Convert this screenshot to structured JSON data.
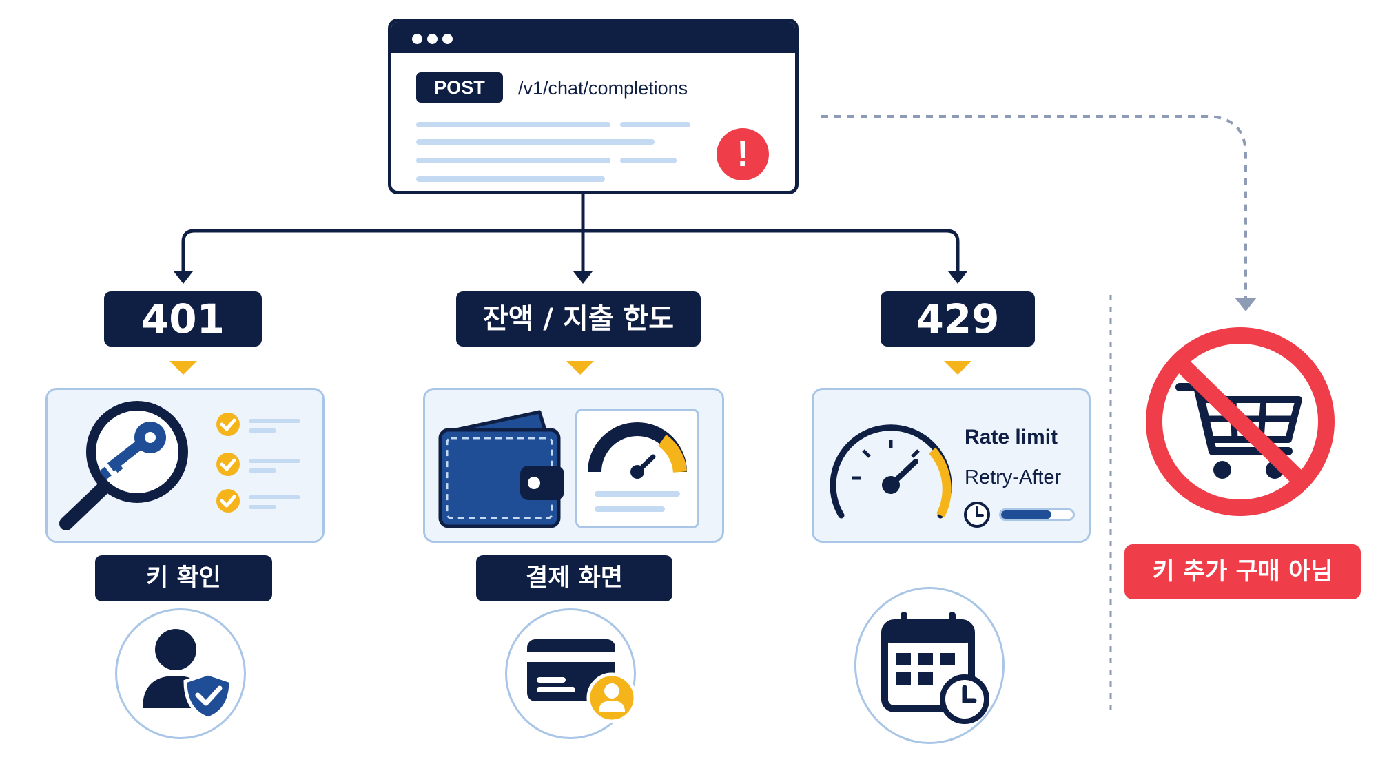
{
  "request": {
    "method": "POST",
    "path": "/v1/chat/completions",
    "alert_glyph": "!",
    "icons": [
      "window-dots-icon",
      "error-alert-icon"
    ]
  },
  "branches": [
    {
      "status": "401",
      "label": "키 확인",
      "icons": [
        "magnifier-key-icon",
        "checklist-icon",
        "user-shield-icon"
      ]
    },
    {
      "status": "잔액 / 지출 한도",
      "label": "결제 화면",
      "icons": [
        "wallet-icon",
        "gauge-icon",
        "credit-card-user-icon"
      ]
    },
    {
      "status": "429",
      "rate_title": "Rate limit",
      "retry_label": "Retry-After",
      "retry_progress": 0.7,
      "icons": [
        "speedometer-icon",
        "clock-icon",
        "calendar-clock-icon"
      ]
    }
  ],
  "excluded": {
    "note": "키 추가 구매 아님",
    "icons": [
      "no-cart-icon"
    ]
  },
  "colors": {
    "navy": "#0f1f44",
    "accent_blue": "#1f4e96",
    "panel_bg": "#edf4fc",
    "panel_border": "#a9c6e6",
    "warning_yellow": "#f4b41a",
    "danger_red": "#ef3d4a",
    "dashed_gray": "#8d9bb5"
  }
}
